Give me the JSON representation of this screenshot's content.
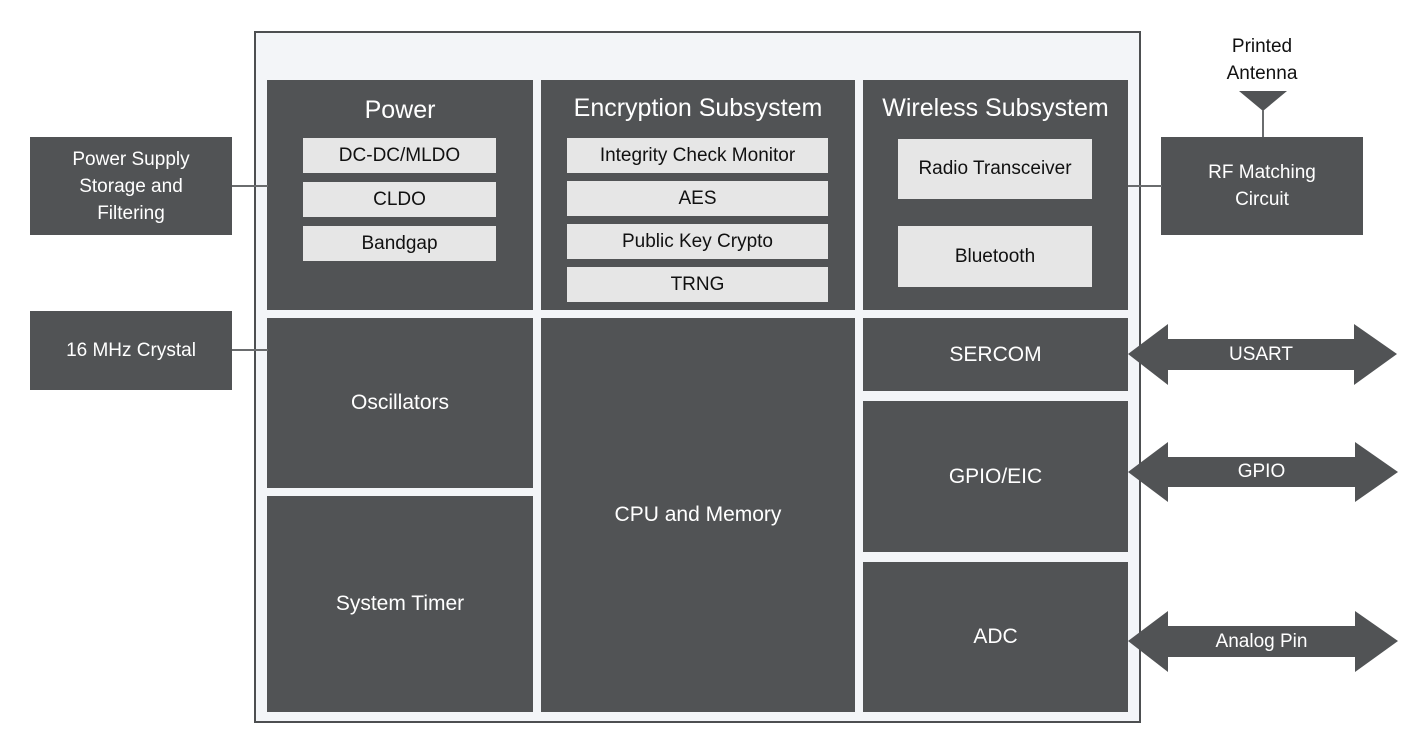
{
  "diagram": {
    "colors": {
      "block": "#515355",
      "sub_block": "#e6e6e6",
      "chip_bg": "#f3f5f8",
      "connector": "#6a6c6e"
    },
    "power": {
      "title": "Power",
      "items": [
        "DC-DC/MLDO",
        "CLDO",
        "Bandgap"
      ]
    },
    "encryption": {
      "title": "Encryption Subsystem",
      "items": [
        "Integrity Check Monitor",
        "AES",
        "Public Key Crypto",
        "TRNG"
      ]
    },
    "wireless": {
      "title": "Wireless Subsystem",
      "items": [
        "Radio Transceiver",
        "Bluetooth"
      ]
    },
    "oscillators": "Oscillators",
    "system_timer": "System Timer",
    "cpu_memory": "CPU and Memory",
    "sercom": "SERCOM",
    "gpio_eic": "GPIO/EIC",
    "adc": "ADC",
    "external": {
      "power_supply": "Power Supply Storage and Filtering",
      "crystal": "16 MHz Crystal",
      "rf_matching": "RF Matching Circuit",
      "antenna": "Printed Antenna"
    },
    "arrows": {
      "usart": "USART",
      "gpio": "GPIO",
      "analog": "Analog Pin"
    }
  }
}
